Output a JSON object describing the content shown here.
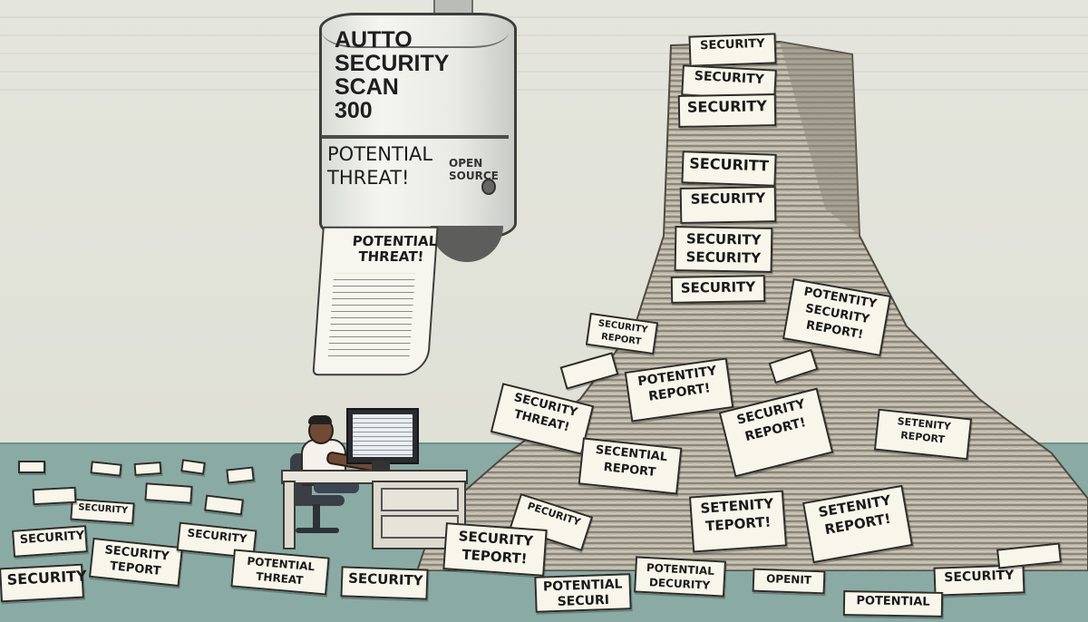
{
  "scanner": {
    "label_main": "AUTTO\nSECURITY\nSCAN\n300",
    "label_threat": "POTENTIAL\nTHREAT!",
    "side_label": "OPEN SOURCE",
    "printout": "POTENTIAL\nTHREAT!"
  },
  "colors": {
    "wall": "#e2e3da",
    "floor": "#89aba4",
    "paper": "#f8f6ea",
    "ink": "#1a1a1a"
  },
  "tower_docs": [
    "SECURITY",
    "SECURITY",
    "SECURITY",
    "SECURITT",
    "SECURITY",
    "SECURITY\nSECURITY",
    "SECURITY",
    "POTENTITY\nSECURITY\nREPORT!",
    "SECURITY\nREPORT",
    "POTENTITY\nREPORT!",
    "SECURITY\nTHREAT!",
    "SECURITY\nREPORT!",
    "SECENTIAL\nREPORT",
    "SETENITY\nREPORT",
    "SETENITY\nTEPORT!",
    "SETENITY\nREPORT!",
    "PECURITY"
  ],
  "floor_docs": [
    "SECURITY",
    "SECURITY",
    "SECURITY\nTEPORT",
    "SECURITY",
    "SECURITY",
    "POTENTIAL\nTHREAT",
    "SECURITY",
    "SECURITY\nTEPORT!",
    "POTENTIAL\nSECURI",
    "POTENTIAL\nDECURITY",
    "OPENIT",
    "SECURITY",
    "POTENTIAL"
  ]
}
